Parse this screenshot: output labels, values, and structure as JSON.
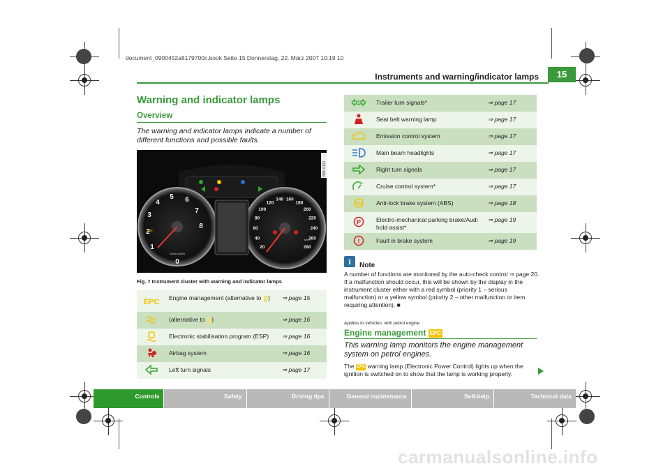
{
  "file_header": "document_0900452a8179700c.book  Seite 15  Donnerstag, 22. März 2007  10:19 10",
  "header": {
    "title": "Instruments and warning/indicator lamps",
    "page_number": "15"
  },
  "section_title": "Warning and indicator lamps",
  "overview": {
    "title": "Overview",
    "intro": "The warning and indicator lamps indicate a number of different functions and possible faults."
  },
  "figure": {
    "code": "B8K-0122",
    "caption": "Fig. 7   Instrument cluster with warning and indicator lamps",
    "tacho_unit": "1/min x1000",
    "speed_unit": "km/h",
    "epc_label": "EPC",
    "rpm_labels": [
      "1",
      "2",
      "3",
      "4",
      "5",
      "6",
      "7",
      "8",
      "0"
    ],
    "speed_labels": [
      "20",
      "40",
      "60",
      "80",
      "100",
      "120",
      "140",
      "160",
      "180",
      "200",
      "220",
      "240",
      "260",
      "280"
    ]
  },
  "left_table": [
    {
      "icon": "epc-icon",
      "desc": "Engine management (alternative to",
      "desc2": ")",
      "ref": "⇒ page 15",
      "style": "norm"
    },
    {
      "icon": "glow-plug-icon",
      "desc": "(alternative to",
      "desc2": ")",
      "ref": "⇒ page 16",
      "style": "alt"
    },
    {
      "icon": "esp-icon",
      "desc": "Electronic stabilisation program (ESP)",
      "ref": "⇒ page 16",
      "style": "norm"
    },
    {
      "icon": "airbag-icon",
      "desc": "Airbag system",
      "ref": "⇒ page 16",
      "style": "alt"
    },
    {
      "icon": "left-turn-icon",
      "desc": "Left turn signals",
      "ref": "⇒ page 17",
      "style": "norm"
    }
  ],
  "right_table": [
    {
      "icon": "trailer-turn-icon",
      "desc": "Trailer turn signals*",
      "ref": "⇒ page 17",
      "style": "alt"
    },
    {
      "icon": "seat-belt-icon",
      "desc": "Seat belt warning lamp",
      "ref": "⇒ page 17",
      "style": "norm"
    },
    {
      "icon": "emission-icon",
      "desc": "Emission control system",
      "ref": "⇒ page 17",
      "style": "alt"
    },
    {
      "icon": "main-beam-icon",
      "desc": "Main beam headlights",
      "ref": "⇒ page 17",
      "style": "norm"
    },
    {
      "icon": "right-turn-icon",
      "desc": "Right turn signals",
      "ref": "⇒ page 17",
      "style": "alt"
    },
    {
      "icon": "cruise-icon",
      "desc": "Cruise control system*",
      "ref": "⇒ page 17",
      "style": "norm"
    },
    {
      "icon": "abs-icon",
      "desc": "Anti-lock brake system (ABS)",
      "ref": "⇒ page 18",
      "style": "alt"
    },
    {
      "icon": "parking-brake-icon",
      "desc": "Electro-mechanical parking brake/Audi hold assist*",
      "ref": "⇒ page 19",
      "style": "norm"
    },
    {
      "icon": "brake-fault-icon",
      "desc": "Fault in brake system",
      "ref": "⇒ page 19",
      "style": "alt"
    }
  ],
  "note": {
    "label": "Note",
    "text": "A number of functions are monitored by the auto-check control ⇒ page 20. If a malfunction should occur, this will be shown by the display in the instrument cluster either with a red symbol (priority 1 – serious malfunction) or a yellow symbol (priority 2 – other malfunction or item requiring attention).",
    "end_mark": "■"
  },
  "engine": {
    "applies": "Applies to vehicles: with petrol engine",
    "title": "Engine management",
    "intro": "This warning lamp monitors the engine management system on petrol engines.",
    "body_prefix": "The",
    "body_suffix": "warning lamp (Electronic Power Control) lights up when the ignition is switched on to show that the lamp is working properly."
  },
  "footer_tabs": [
    {
      "label": "Controls",
      "active": true
    },
    {
      "label": "Safety",
      "active": false
    },
    {
      "label": "Driving tips",
      "active": false
    },
    {
      "label": "General maintenance",
      "active": false
    },
    {
      "label": "Self-help",
      "active": false
    },
    {
      "label": "Technical data",
      "active": false
    }
  ],
  "watermark": "carmanualsonline.info",
  "colors": {
    "accent": "#3a9a3a",
    "warning_yellow": "#f2c400",
    "warning_red": "#d42020",
    "indicator_green": "#2fa82f",
    "indicator_blue": "#2a6fd0"
  }
}
